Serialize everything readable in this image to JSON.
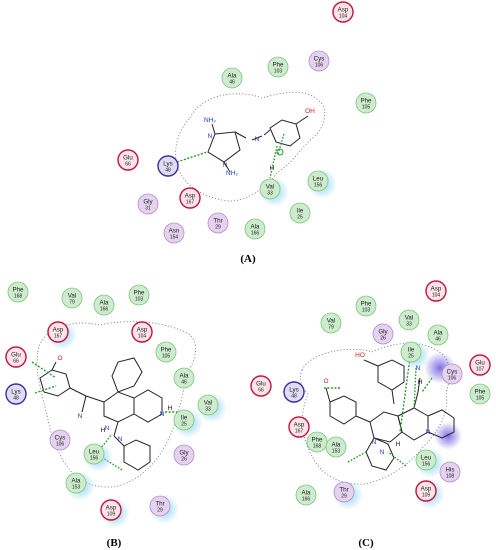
{
  "colors": {
    "hydrophobic_fill": "#cdeccd",
    "hydrophobic_stroke": "#7fc27f",
    "polar_fill": "#e5d2ef",
    "polar_stroke": "#b58bc9",
    "acidic_fill": "#fbe4ea",
    "acidic_stroke": "#c4143c",
    "basic_fill": "#e2dcf3",
    "basic_stroke": "#3a2ea0",
    "hbond": "#2e9a2e",
    "exposure_halo": "#7fd0f0"
  },
  "panels": [
    {
      "label": "(A)",
      "residues": [
        {
          "name": "Asp",
          "num": "104",
          "type": "acidic"
        },
        {
          "name": "Phe",
          "num": "103",
          "type": "hydrophobic"
        },
        {
          "name": "Cys",
          "num": "106",
          "type": "polar"
        },
        {
          "name": "Ala",
          "num": "46",
          "type": "hydrophobic"
        },
        {
          "name": "Phe",
          "num": "105",
          "type": "hydrophobic"
        },
        {
          "name": "Glu",
          "num": "66",
          "type": "acidic"
        },
        {
          "name": "Lys",
          "num": "48",
          "type": "basic"
        },
        {
          "name": "Val",
          "num": "33",
          "type": "hydrophobic"
        },
        {
          "name": "Leu",
          "num": "156",
          "type": "hydrophobic"
        },
        {
          "name": "Gly",
          "num": "31",
          "type": "polar"
        },
        {
          "name": "Asp",
          "num": "167",
          "type": "acidic"
        },
        {
          "name": "Ile",
          "num": "25",
          "type": "hydrophobic"
        },
        {
          "name": "Thr",
          "num": "29",
          "type": "polar"
        },
        {
          "name": "Asn",
          "num": "154",
          "type": "polar"
        },
        {
          "name": "Ala",
          "num": "166",
          "type": "hydrophobic"
        }
      ],
      "atoms": [
        {
          "text": "NH₂",
          "kind": "n"
        },
        {
          "text": "N",
          "kind": "n"
        },
        {
          "text": "N",
          "kind": "n"
        },
        {
          "text": "N",
          "kind": "n"
        },
        {
          "text": "NH₂",
          "kind": "n"
        },
        {
          "text": "OH",
          "kind": "o"
        },
        {
          "text": "H",
          "kind": "dark"
        }
      ]
    },
    {
      "label": "(B)",
      "residues": [
        {
          "name": "Phe",
          "num": "168",
          "type": "hydrophobic"
        },
        {
          "name": "Val",
          "num": "79",
          "type": "hydrophobic"
        },
        {
          "name": "Ala",
          "num": "166",
          "type": "hydrophobic"
        },
        {
          "name": "Phe",
          "num": "103",
          "type": "hydrophobic"
        },
        {
          "name": "Asp",
          "num": "167",
          "type": "acidic"
        },
        {
          "name": "Asp",
          "num": "104",
          "type": "acidic"
        },
        {
          "name": "Glu",
          "num": "66",
          "type": "acidic"
        },
        {
          "name": "Phe",
          "num": "105",
          "type": "hydrophobic"
        },
        {
          "name": "Ala",
          "num": "46",
          "type": "hydrophobic"
        },
        {
          "name": "Lys",
          "num": "48",
          "type": "basic"
        },
        {
          "name": "Val",
          "num": "33",
          "type": "hydrophobic"
        },
        {
          "name": "Ile",
          "num": "25",
          "type": "hydrophobic"
        },
        {
          "name": "Cys",
          "num": "106",
          "type": "polar"
        },
        {
          "name": "Leu",
          "num": "156",
          "type": "hydrophobic"
        },
        {
          "name": "Gly",
          "num": "26",
          "type": "polar"
        },
        {
          "name": "Ala",
          "num": "153",
          "type": "hydrophobic"
        },
        {
          "name": "Asp",
          "num": "109",
          "type": "acidic"
        },
        {
          "name": "Thr",
          "num": "29",
          "type": "polar"
        }
      ],
      "atoms": [
        {
          "text": "O",
          "kind": "o"
        },
        {
          "text": "N",
          "kind": "n"
        },
        {
          "text": "N",
          "kind": "n"
        },
        {
          "text": "N",
          "kind": "n"
        },
        {
          "text": "N",
          "kind": "n"
        },
        {
          "text": "H",
          "kind": "dark"
        },
        {
          "text": "H",
          "kind": "dark"
        }
      ]
    },
    {
      "label": "(C)",
      "residues": [
        {
          "name": "Asp",
          "num": "104",
          "type": "acidic"
        },
        {
          "name": "Phe",
          "num": "103",
          "type": "hydrophobic"
        },
        {
          "name": "Val",
          "num": "33",
          "type": "hydrophobic"
        },
        {
          "name": "Val",
          "num": "79",
          "type": "hydrophobic"
        },
        {
          "name": "Gly",
          "num": "26",
          "type": "polar"
        },
        {
          "name": "Ala",
          "num": "46",
          "type": "hydrophobic"
        },
        {
          "name": "Ile",
          "num": "25",
          "type": "hydrophobic"
        },
        {
          "name": "Glu",
          "num": "107",
          "type": "acidic"
        },
        {
          "name": "Cys",
          "num": "106",
          "type": "polar"
        },
        {
          "name": "Glu",
          "num": "66",
          "type": "acidic"
        },
        {
          "name": "Phe",
          "num": "105",
          "type": "hydrophobic"
        },
        {
          "name": "Lys",
          "num": "48",
          "type": "basic"
        },
        {
          "name": "Asp",
          "num": "167",
          "type": "acidic"
        },
        {
          "name": "Phe",
          "num": "168",
          "type": "hydrophobic"
        },
        {
          "name": "Ala",
          "num": "153",
          "type": "hydrophobic"
        },
        {
          "name": "Leu",
          "num": "156",
          "type": "hydrophobic"
        },
        {
          "name": "Thr",
          "num": "29",
          "type": "polar"
        },
        {
          "name": "Ala",
          "num": "166",
          "type": "hydrophobic"
        },
        {
          "name": "His",
          "num": "108",
          "type": "polar"
        },
        {
          "name": "Asp",
          "num": "109",
          "type": "acidic"
        }
      ],
      "atoms": [
        {
          "text": "HO",
          "kind": "o"
        },
        {
          "text": "O",
          "kind": "o"
        },
        {
          "text": "N",
          "kind": "n"
        },
        {
          "text": "N",
          "kind": "n"
        },
        {
          "text": "N",
          "kind": "n"
        },
        {
          "text": "N",
          "kind": "n"
        },
        {
          "text": "H",
          "kind": "dark"
        },
        {
          "text": "H",
          "kind": "dark"
        }
      ]
    }
  ]
}
